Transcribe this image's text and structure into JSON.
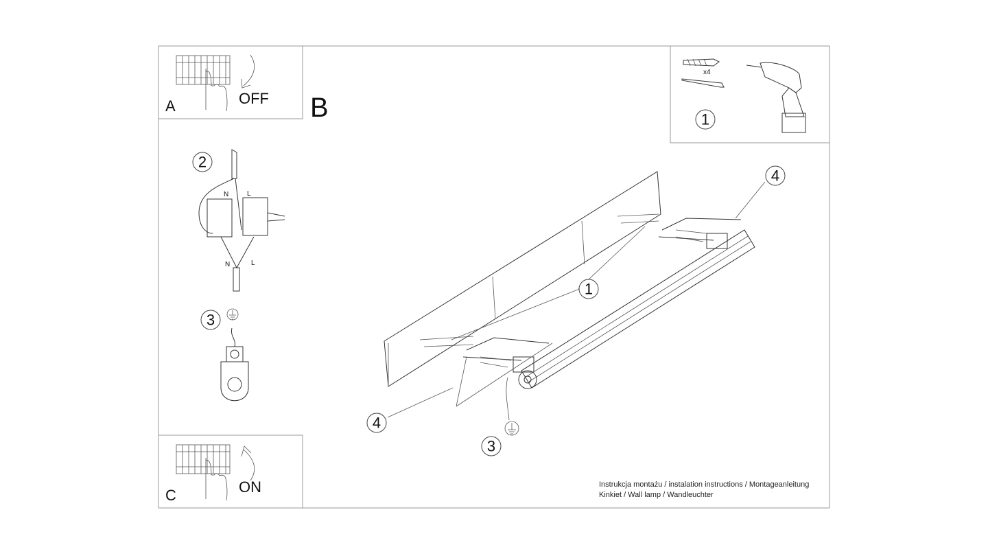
{
  "panels": {
    "a": {
      "letter": "A",
      "label": "OFF"
    },
    "b": {
      "letter": "B"
    },
    "c": {
      "letter": "C",
      "label": "ON"
    }
  },
  "steps": {
    "s1": "1",
    "s2": "2",
    "s3": "3",
    "s4": "4"
  },
  "tools": {
    "quantity": "x4"
  },
  "wiring": {
    "neutral": "N",
    "live": "L"
  },
  "footer": {
    "line1": "Instrukcja montażu / instalation instructions / Montageanleitung",
    "line2": "Kinkiet / Wall lamp / Wandleuchter"
  }
}
